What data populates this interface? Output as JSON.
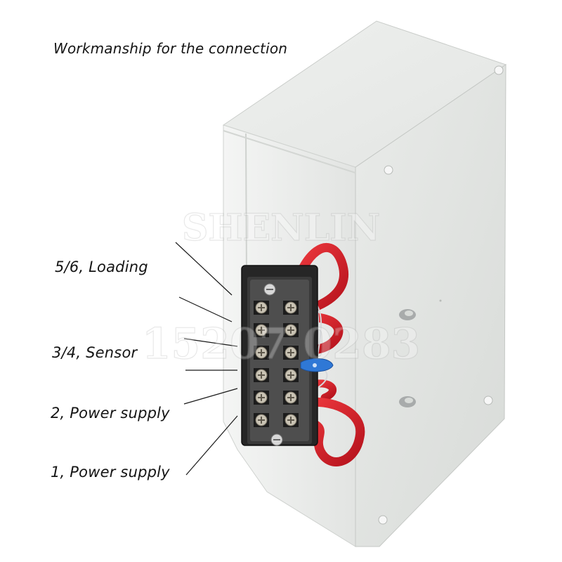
{
  "title": "Workmanship for the connection",
  "labels": {
    "loading": "5/6, Loading",
    "sensor": "3/4, Sensor",
    "power2": "2, Power supply",
    "power1": "1, Power supply"
  },
  "watermark": {
    "brand": "SHENLIN",
    "number": "15207 0283"
  },
  "colors": {
    "enclosure": "#e6e8e6",
    "terminal_block": "#2a2a2a",
    "wire_red": "#d8202a",
    "wire_blue": "#2a6fd0"
  }
}
